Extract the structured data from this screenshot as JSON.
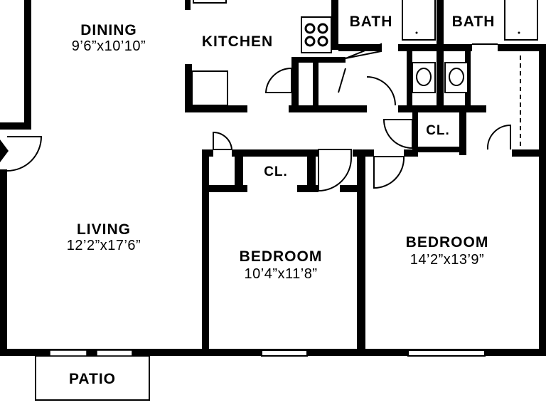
{
  "floor_plan": {
    "colors": {
      "wall": "#000000",
      "background": "#ffffff"
    },
    "rooms": {
      "dining": {
        "name": "DINING",
        "dims": "9’6”x10’10”"
      },
      "kitchen": {
        "name": "KITCHEN"
      },
      "bath_left": {
        "name": "BATH"
      },
      "bath_right": {
        "name": "BATH"
      },
      "closet_hall": {
        "name": "CL."
      },
      "closet_bedroom": {
        "name": "CL."
      },
      "living": {
        "name": "LIVING",
        "dims": "12’2”x17’6”"
      },
      "bedroom_small": {
        "name": "BEDROOM",
        "dims": "10’4”x11’8”"
      },
      "bedroom_large": {
        "name": "BEDROOM",
        "dims": "14’2”x13’9”"
      },
      "patio": {
        "name": "PATIO"
      }
    }
  }
}
